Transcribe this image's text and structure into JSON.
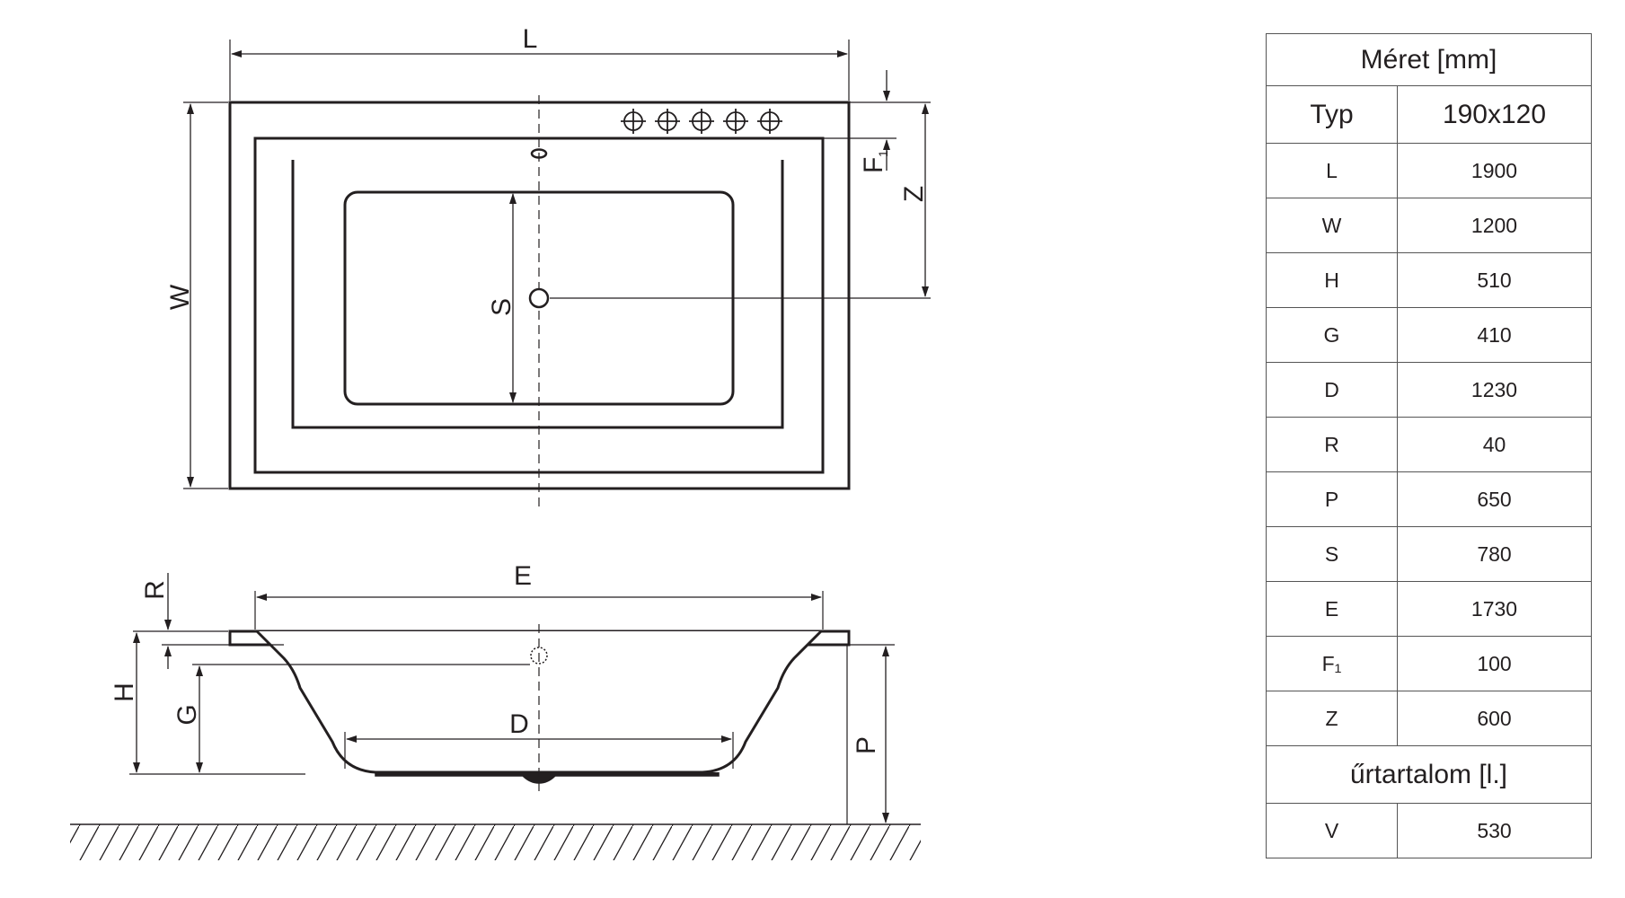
{
  "drawing": {
    "top_view_labels": {
      "length": "L",
      "width": "W",
      "seat": "S",
      "flange": "F",
      "flange_subscript": "1",
      "drain_offset": "Z"
    },
    "side_view_labels": {
      "rim": "R",
      "top_length": "E",
      "height": "H",
      "depth": "G",
      "bottom_length": "D",
      "floor_height": "P"
    }
  },
  "spec_table": {
    "header": "Méret [mm]",
    "type_label": "Typ",
    "type_value": "190x120",
    "rows": [
      {
        "key": "L",
        "value": "1900"
      },
      {
        "key": "W",
        "value": "1200"
      },
      {
        "key": "H",
        "value": "510"
      },
      {
        "key": "G",
        "value": "410"
      },
      {
        "key": "D",
        "value": "1230"
      },
      {
        "key": "R",
        "value": "40"
      },
      {
        "key": "P",
        "value": "650"
      },
      {
        "key": "S",
        "value": "780"
      },
      {
        "key": "E",
        "value": "1730"
      },
      {
        "key": "F₁",
        "value": "100"
      },
      {
        "key": "Z",
        "value": "600"
      }
    ],
    "volume_header": "űrtartalom [l.]",
    "volume_label": "V",
    "volume_value": "530"
  }
}
